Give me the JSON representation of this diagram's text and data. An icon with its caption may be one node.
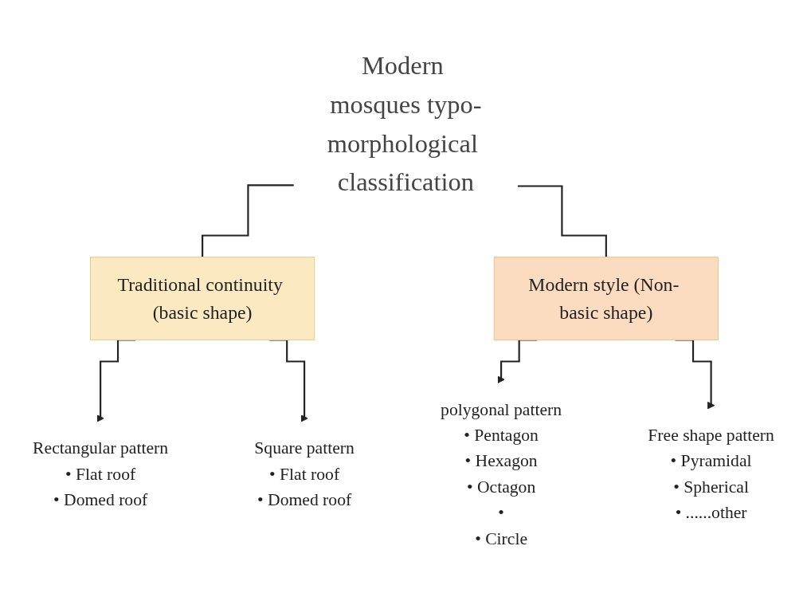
{
  "diagram": {
    "nodes": [
      {
        "text": [
          "Modern mosques typo-morphological classification"
        ]
      },
      {
        "text": [
          "Traditional continuity (basic shape)"
        ]
      },
      {
        "text": [
          "Modern style (Non- basic shape)"
        ]
      },
      {
        "text": [
          "Rectangular pattern",
          "• Flat roof",
          "• Domed roof"
        ]
      },
      {
        "text": [
          "Square pattern",
          "• Flat roof",
          "• Domed roof"
        ]
      },
      {
        "text": [
          "polygonal pattern",
          "• Pentagon",
          "• Hexagon",
          "• Octagon",
          "•",
          "• Circle"
        ]
      },
      {
        "text": [
          "Free shape pattern",
          "• Pyramidal",
          "• Spherical",
          "• ......other"
        ]
      }
    ],
    "edges": [
      {
        "from": 0,
        "to": 1,
        "arrow": "none"
      },
      {
        "from": 0,
        "to": 2,
        "arrow": "none"
      },
      {
        "from": 1,
        "to": 3,
        "arrow": "to"
      },
      {
        "from": 1,
        "to": 4,
        "arrow": "to"
      },
      {
        "from": 2,
        "to": 5,
        "arrow": "to"
      },
      {
        "from": 2,
        "to": 6,
        "arrow": "to"
      }
    ]
  }
}
